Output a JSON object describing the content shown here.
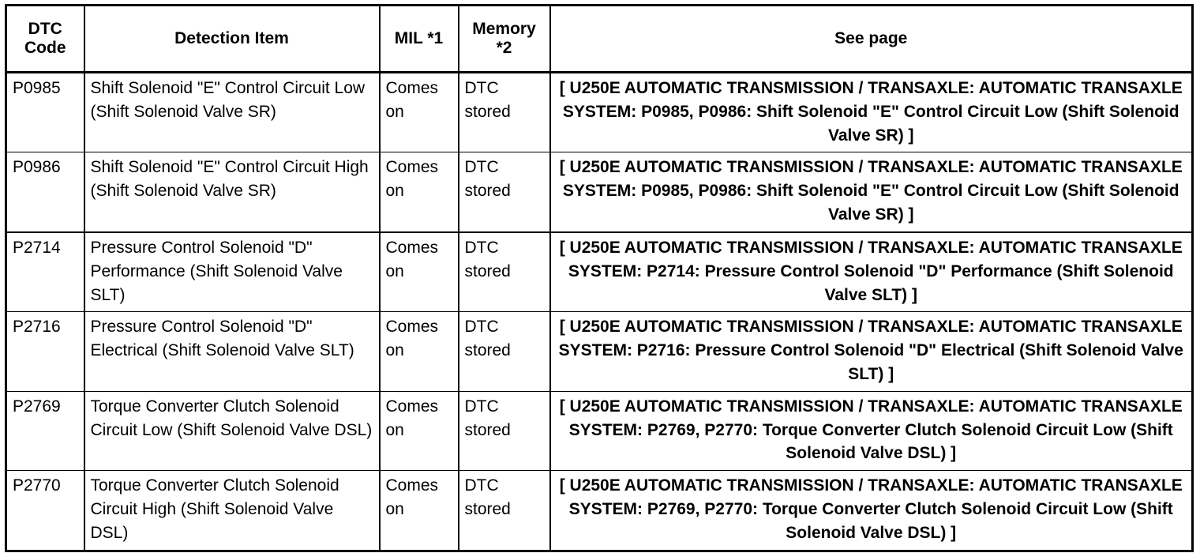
{
  "table": {
    "headers": {
      "dtc_code": "DTC Code",
      "dtc_code_line1": "DTC",
      "dtc_code_line2": "Code",
      "detection_item": "Detection Item",
      "mil": "MIL *1",
      "memory_line1": "Memory",
      "memory_line2": "*2",
      "see_page": "See page"
    },
    "rows": [
      {
        "code": "P0985",
        "detection_item": "Shift Solenoid \"E\" Control Circuit Low (Shift Solenoid Valve SR)",
        "mil": "Comes on",
        "memory": "DTC stored",
        "see_page": "[ U250E AUTOMATIC TRANSMISSION / TRANSAXLE: AUTOMATIC TRANSAXLE SYSTEM: P0985, P0986: Shift Solenoid \"E\" Control Circuit Low (Shift Solenoid Valve SR) ]"
      },
      {
        "code": "P0986",
        "detection_item": "Shift Solenoid \"E\" Control Circuit High (Shift Solenoid Valve SR)",
        "mil": "Comes on",
        "memory": "DTC stored",
        "see_page": "[ U250E AUTOMATIC TRANSMISSION / TRANSAXLE: AUTOMATIC TRANSAXLE SYSTEM: P0985, P0986: Shift Solenoid \"E\" Control Circuit Low (Shift Solenoid Valve SR) ]"
      },
      {
        "code": "P2714",
        "detection_item": "Pressure Control Solenoid \"D\" Performance (Shift Solenoid Valve SLT)",
        "mil": "Comes on",
        "memory": "DTC stored",
        "see_page": "[ U250E AUTOMATIC TRANSMISSION / TRANSAXLE: AUTOMATIC TRANSAXLE SYSTEM: P2714: Pressure Control Solenoid \"D\" Performance (Shift Solenoid Valve SLT) ]"
      },
      {
        "code": "P2716",
        "detection_item": "Pressure Control Solenoid \"D\" Electrical (Shift Solenoid Valve SLT)",
        "mil": "Comes on",
        "memory": "DTC stored",
        "see_page": "[ U250E AUTOMATIC TRANSMISSION / TRANSAXLE: AUTOMATIC TRANSAXLE SYSTEM: P2716: Pressure Control Solenoid \"D\" Electrical (Shift Solenoid Valve SLT) ]"
      },
      {
        "code": "P2769",
        "detection_item": "Torque Converter Clutch Solenoid Circuit Low (Shift Solenoid Valve DSL)",
        "mil": "Comes on",
        "memory": "DTC stored",
        "see_page": "[ U250E AUTOMATIC TRANSMISSION / TRANSAXLE: AUTOMATIC TRANSAXLE SYSTEM: P2769, P2770: Torque Converter Clutch Solenoid Circuit Low (Shift Solenoid Valve DSL) ]"
      },
      {
        "code": "P2770",
        "detection_item": "Torque Converter Clutch Solenoid Circuit High (Shift Solenoid Valve DSL)",
        "mil": "Comes on",
        "memory": "DTC stored",
        "see_page": "[ U250E AUTOMATIC TRANSMISSION / TRANSAXLE: AUTOMATIC TRANSAXLE SYSTEM: P2769, P2770: Torque Converter Clutch Solenoid Circuit Low (Shift Solenoid Valve DSL) ]"
      }
    ]
  },
  "colors": {
    "text": "#000000",
    "background": "#ffffff",
    "border": "#000000"
  }
}
